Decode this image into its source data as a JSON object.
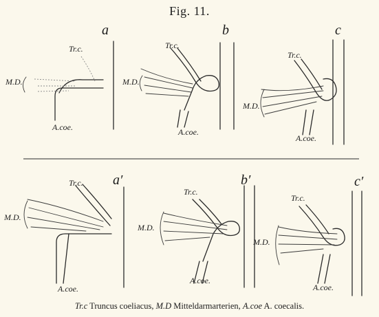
{
  "figure_title": "Fig. 11.",
  "panels": [
    {
      "letter": "a",
      "trc": "Tr.c.",
      "md": "M.D.",
      "acoe": "A.coe."
    },
    {
      "letter": "b",
      "trc": "Tr.c.",
      "md": "M.D.",
      "acoe": "A.coe."
    },
    {
      "letter": "c",
      "trc": "Tr.c.",
      "md": "M.D.",
      "acoe": "A.coe."
    },
    {
      "letter": "a′",
      "trc": "Tr.c.",
      "md": "M.D.",
      "acoe": "A.coe."
    },
    {
      "letter": "b′",
      "trc": "Tr.c.",
      "md": "M.D.",
      "acoe": "A.coe."
    },
    {
      "letter": "c′",
      "trc": "Tr.c.",
      "md": "M.D.",
      "acoe": "A.coe."
    }
  ],
  "caption": {
    "abbr1": "Tr.c",
    "text1": " Truncus coeliacus, ",
    "abbr2": "M.D",
    "text2": " Mitteldarmarterien, ",
    "abbr3": "A.coe",
    "text3": " A. coecalis."
  }
}
